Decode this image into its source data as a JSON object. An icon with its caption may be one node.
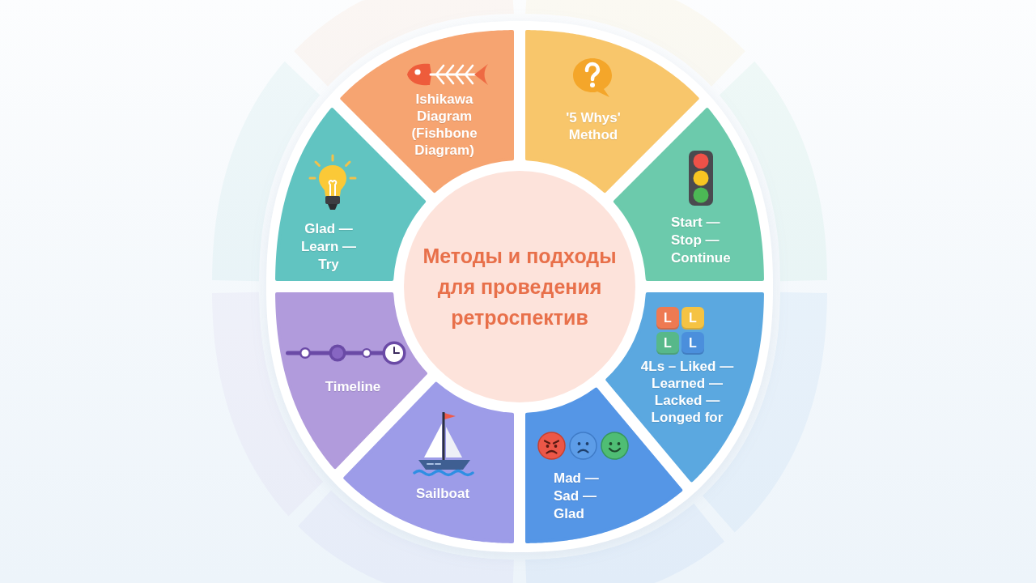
{
  "diagram": {
    "nodes": [
      {
        "text": [
          "Методы и подходы для проведения ретроспектив"
        ]
      },
      {
        "text": [
          "Ishikawa Diagram (Fishbone Diagram)"
        ]
      },
      {
        "text": [
          "'5 Whys' Method"
        ]
      },
      {
        "text": [
          "Start — Stop — Continue"
        ]
      },
      {
        "text": [
          "4Ls – Liked — Learned — Lacked — Longed for"
        ]
      },
      {
        "text": [
          "L"
        ],
        "in": 4
      },
      {
        "text": [
          "L"
        ],
        "in": 4
      },
      {
        "text": [
          "L"
        ],
        "in": 4
      },
      {
        "text": [
          "L"
        ],
        "in": 4
      },
      {
        "text": [
          "Mad — Sad — Glad"
        ]
      },
      {
        "text": [
          "Sailboat"
        ]
      },
      {
        "text": [
          "Timeline"
        ]
      },
      {
        "text": [
          "Glad — Learn — Try"
        ]
      }
    ]
  }
}
